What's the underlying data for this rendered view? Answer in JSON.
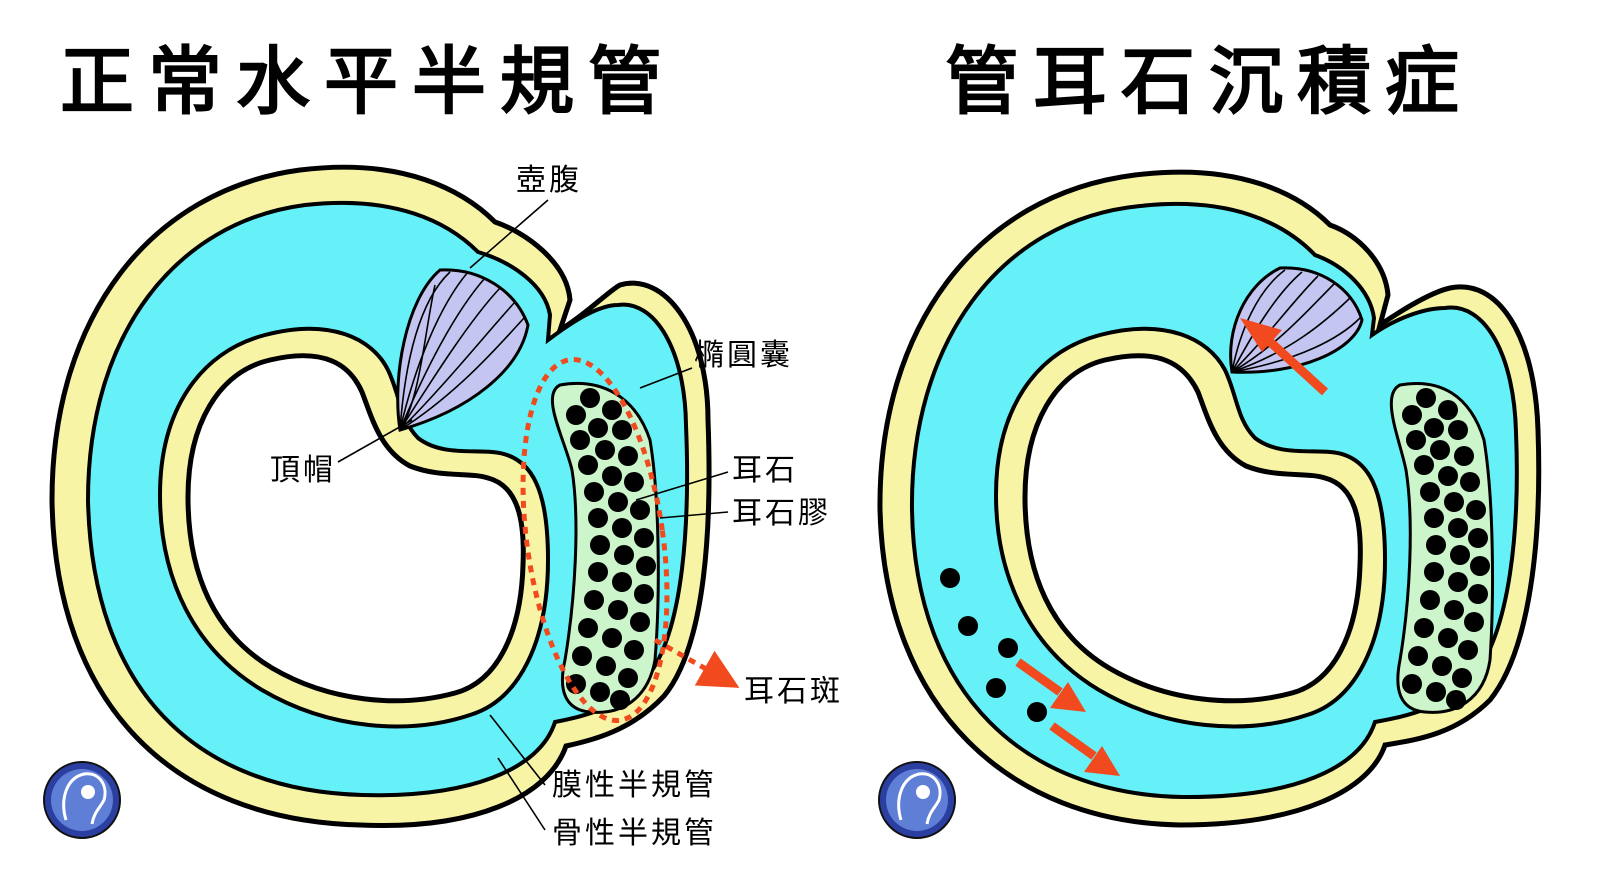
{
  "titles": {
    "normal": "正常水平半規管",
    "canalith": "管耳石沉積症"
  },
  "labels": {
    "ampulla": "壺腹",
    "cupula": "頂帽",
    "utricle": "橢圓囊",
    "otoliths": "耳石",
    "otolithic_membrane": "耳石膠",
    "macula": "耳石斑",
    "membranous_canal": "膜性半規管",
    "bony_canal": "骨性半規管"
  },
  "colors": {
    "endolymph": "#66f0f7",
    "bony_wall": "#f8f4a6",
    "cupula": "#c5c5f2",
    "macula_gel": "#ccf5cc",
    "arrow": "#f04a1e",
    "dotted_outline": "#f04a1e"
  },
  "icons": {
    "logo": "head-ear-logo-icon"
  }
}
